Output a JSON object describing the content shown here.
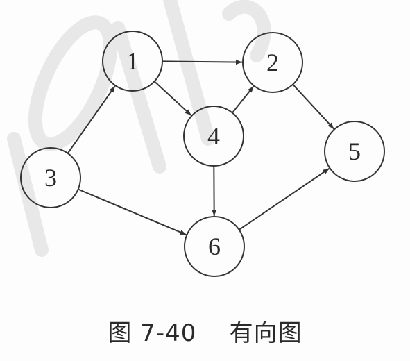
{
  "diagram": {
    "type": "directed-graph",
    "nodes": [
      {
        "id": "1",
        "label": "1"
      },
      {
        "id": "2",
        "label": "2"
      },
      {
        "id": "3",
        "label": "3"
      },
      {
        "id": "4",
        "label": "4"
      },
      {
        "id": "5",
        "label": "5"
      },
      {
        "id": "6",
        "label": "6"
      }
    ],
    "edges": [
      {
        "from": "1",
        "to": "2"
      },
      {
        "from": "1",
        "to": "4"
      },
      {
        "from": "3",
        "to": "1"
      },
      {
        "from": "3",
        "to": "6"
      },
      {
        "from": "4",
        "to": "2"
      },
      {
        "from": "4",
        "to": "6"
      },
      {
        "from": "2",
        "to": "5"
      },
      {
        "from": "6",
        "to": "5"
      }
    ]
  },
  "caption": {
    "number": "图 7-40",
    "title": "有向图"
  },
  "colors": {
    "stroke": "#333333",
    "text": "#2a2a2a",
    "watermark": "#e6e6e6"
  }
}
